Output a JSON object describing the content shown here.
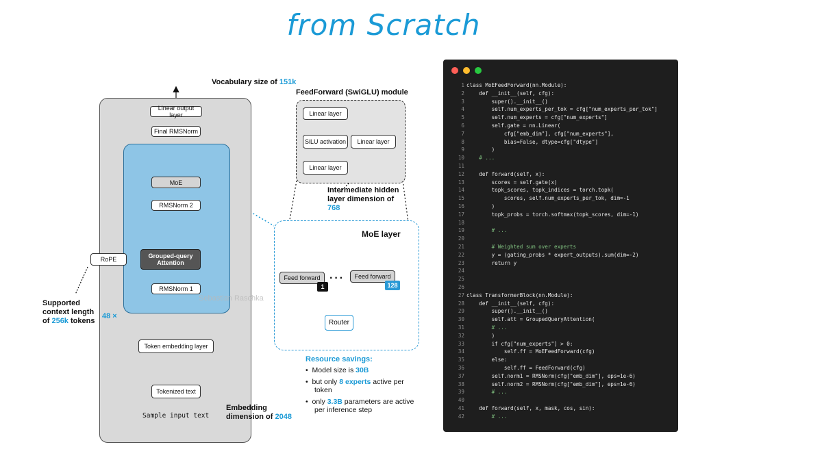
{
  "title": "from Scratch",
  "arch": {
    "linear_output": "Linear output layer",
    "final_norm": "Final RMSNorm",
    "moe": "MoE",
    "rmsnorm2": "RMSNorm 2",
    "gqa": "Grouped-query Attention",
    "rmsnorm1": "RMSNorm 1",
    "rope": "RoPE",
    "token_embedding": "Token embedding layer",
    "tokenized_text": "Tokenized text",
    "sample_input": "Sample input text",
    "repeat": "48 ×",
    "watermark": "Sebastian Raschka"
  },
  "annotations": {
    "vocab_prefix": "Vocabulary size of ",
    "vocab_value": "151k",
    "ctx_line1": "Supported",
    "ctx_line2": "context length",
    "ctx_prefix": "of ",
    "ctx_value": "256k",
    "ctx_suffix": " tokens",
    "emb_line1": "Embedding",
    "emb_prefix": "dimension of ",
    "emb_value": "2048",
    "hidden_line1": "Intermediate hidden",
    "hidden_line2": "layer dimension of",
    "hidden_value": "768"
  },
  "feedforward": {
    "title": "FeedForward (SwiGLU) module",
    "linear_top": "Linear layer",
    "silu": "SiLU activation",
    "linear_right": "Linear layer",
    "linear_bottom": "Linear layer"
  },
  "moe_layer": {
    "title": "MoE layer",
    "ff_left": "Feed forward",
    "ff_right": "Feed forward",
    "badge_left": "1",
    "badge_right": "128",
    "router": "Router"
  },
  "resource": {
    "title": "Resource savings:",
    "b1_prefix": "Model size is ",
    "b1_value": "30B",
    "b2_prefix": "but only ",
    "b2_value": "8 experts",
    "b2_suffix": " active per",
    "b2_line2": "token",
    "b3_prefix": "only ",
    "b3_value": "3.3B",
    "b3_suffix": " parameters are active",
    "b3_line2": "per inference step"
  },
  "colors": {
    "accent": "#1a9ad6",
    "transformer_block": "#8ec5e6",
    "code_bg": "#1e1e1e"
  },
  "code": {
    "lines": [
      [
        "1",
        "class MoEFeedForward(nn.Module):"
      ],
      [
        "2",
        "    def __init__(self, cfg):"
      ],
      [
        "3",
        "        super().__init__()"
      ],
      [
        "4",
        "        self.num_experts_per_tok = cfg[\"num_experts_per_tok\"]"
      ],
      [
        "5",
        "        self.num_experts = cfg[\"num_experts\"]"
      ],
      [
        "6",
        "        self.gate = nn.Linear("
      ],
      [
        "7",
        "            cfg[\"emb_dim\"], cfg[\"num_experts\"],"
      ],
      [
        "8",
        "            bias=False, dtype=cfg[\"dtype\"]"
      ],
      [
        "9",
        "        )"
      ],
      [
        "10",
        "    # ..."
      ],
      [
        "11",
        ""
      ],
      [
        "12",
        "    def forward(self, x):"
      ],
      [
        "13",
        "        scores = self.gate(x)"
      ],
      [
        "14",
        "        topk_scores, topk_indices = torch.topk("
      ],
      [
        "15",
        "            scores, self.num_experts_per_tok, dim=-1"
      ],
      [
        "16",
        "        )"
      ],
      [
        "17",
        "        topk_probs = torch.softmax(topk_scores, dim=-1)"
      ],
      [
        "18",
        ""
      ],
      [
        "19",
        "        # ..."
      ],
      [
        "20",
        ""
      ],
      [
        "21",
        "        # Weighted sum over experts"
      ],
      [
        "22",
        "        y = (gating_probs * expert_outputs).sum(dim=-2)"
      ],
      [
        "23",
        "        return y"
      ],
      [
        "24",
        ""
      ],
      [
        "25",
        ""
      ],
      [
        "26",
        ""
      ],
      [
        "27",
        "class TransformerBlock(nn.Module):"
      ],
      [
        "28",
        "    def __init__(self, cfg):"
      ],
      [
        "29",
        "        super().__init__()"
      ],
      [
        "30",
        "        self.att = GroupedQueryAttention("
      ],
      [
        "31",
        "        # ..."
      ],
      [
        "32",
        "        )"
      ],
      [
        "33",
        "        if cfg[\"num_experts\"] > 0:"
      ],
      [
        "34",
        "            self.ff = MoEFeedForward(cfg)"
      ],
      [
        "35",
        "        else:"
      ],
      [
        "36",
        "            self.ff = FeedForward(cfg)"
      ],
      [
        "37",
        "        self.norm1 = RMSNorm(cfg[\"emb_dim\"], eps=1e-6)"
      ],
      [
        "38",
        "        self.norm2 = RMSNorm(cfg[\"emb_dim\"], eps=1e-6)"
      ],
      [
        "39",
        "        # ..."
      ],
      [
        "40",
        ""
      ],
      [
        "41",
        "    def forward(self, x, mask, cos, sin):"
      ],
      [
        "42",
        "        # ..."
      ]
    ]
  }
}
